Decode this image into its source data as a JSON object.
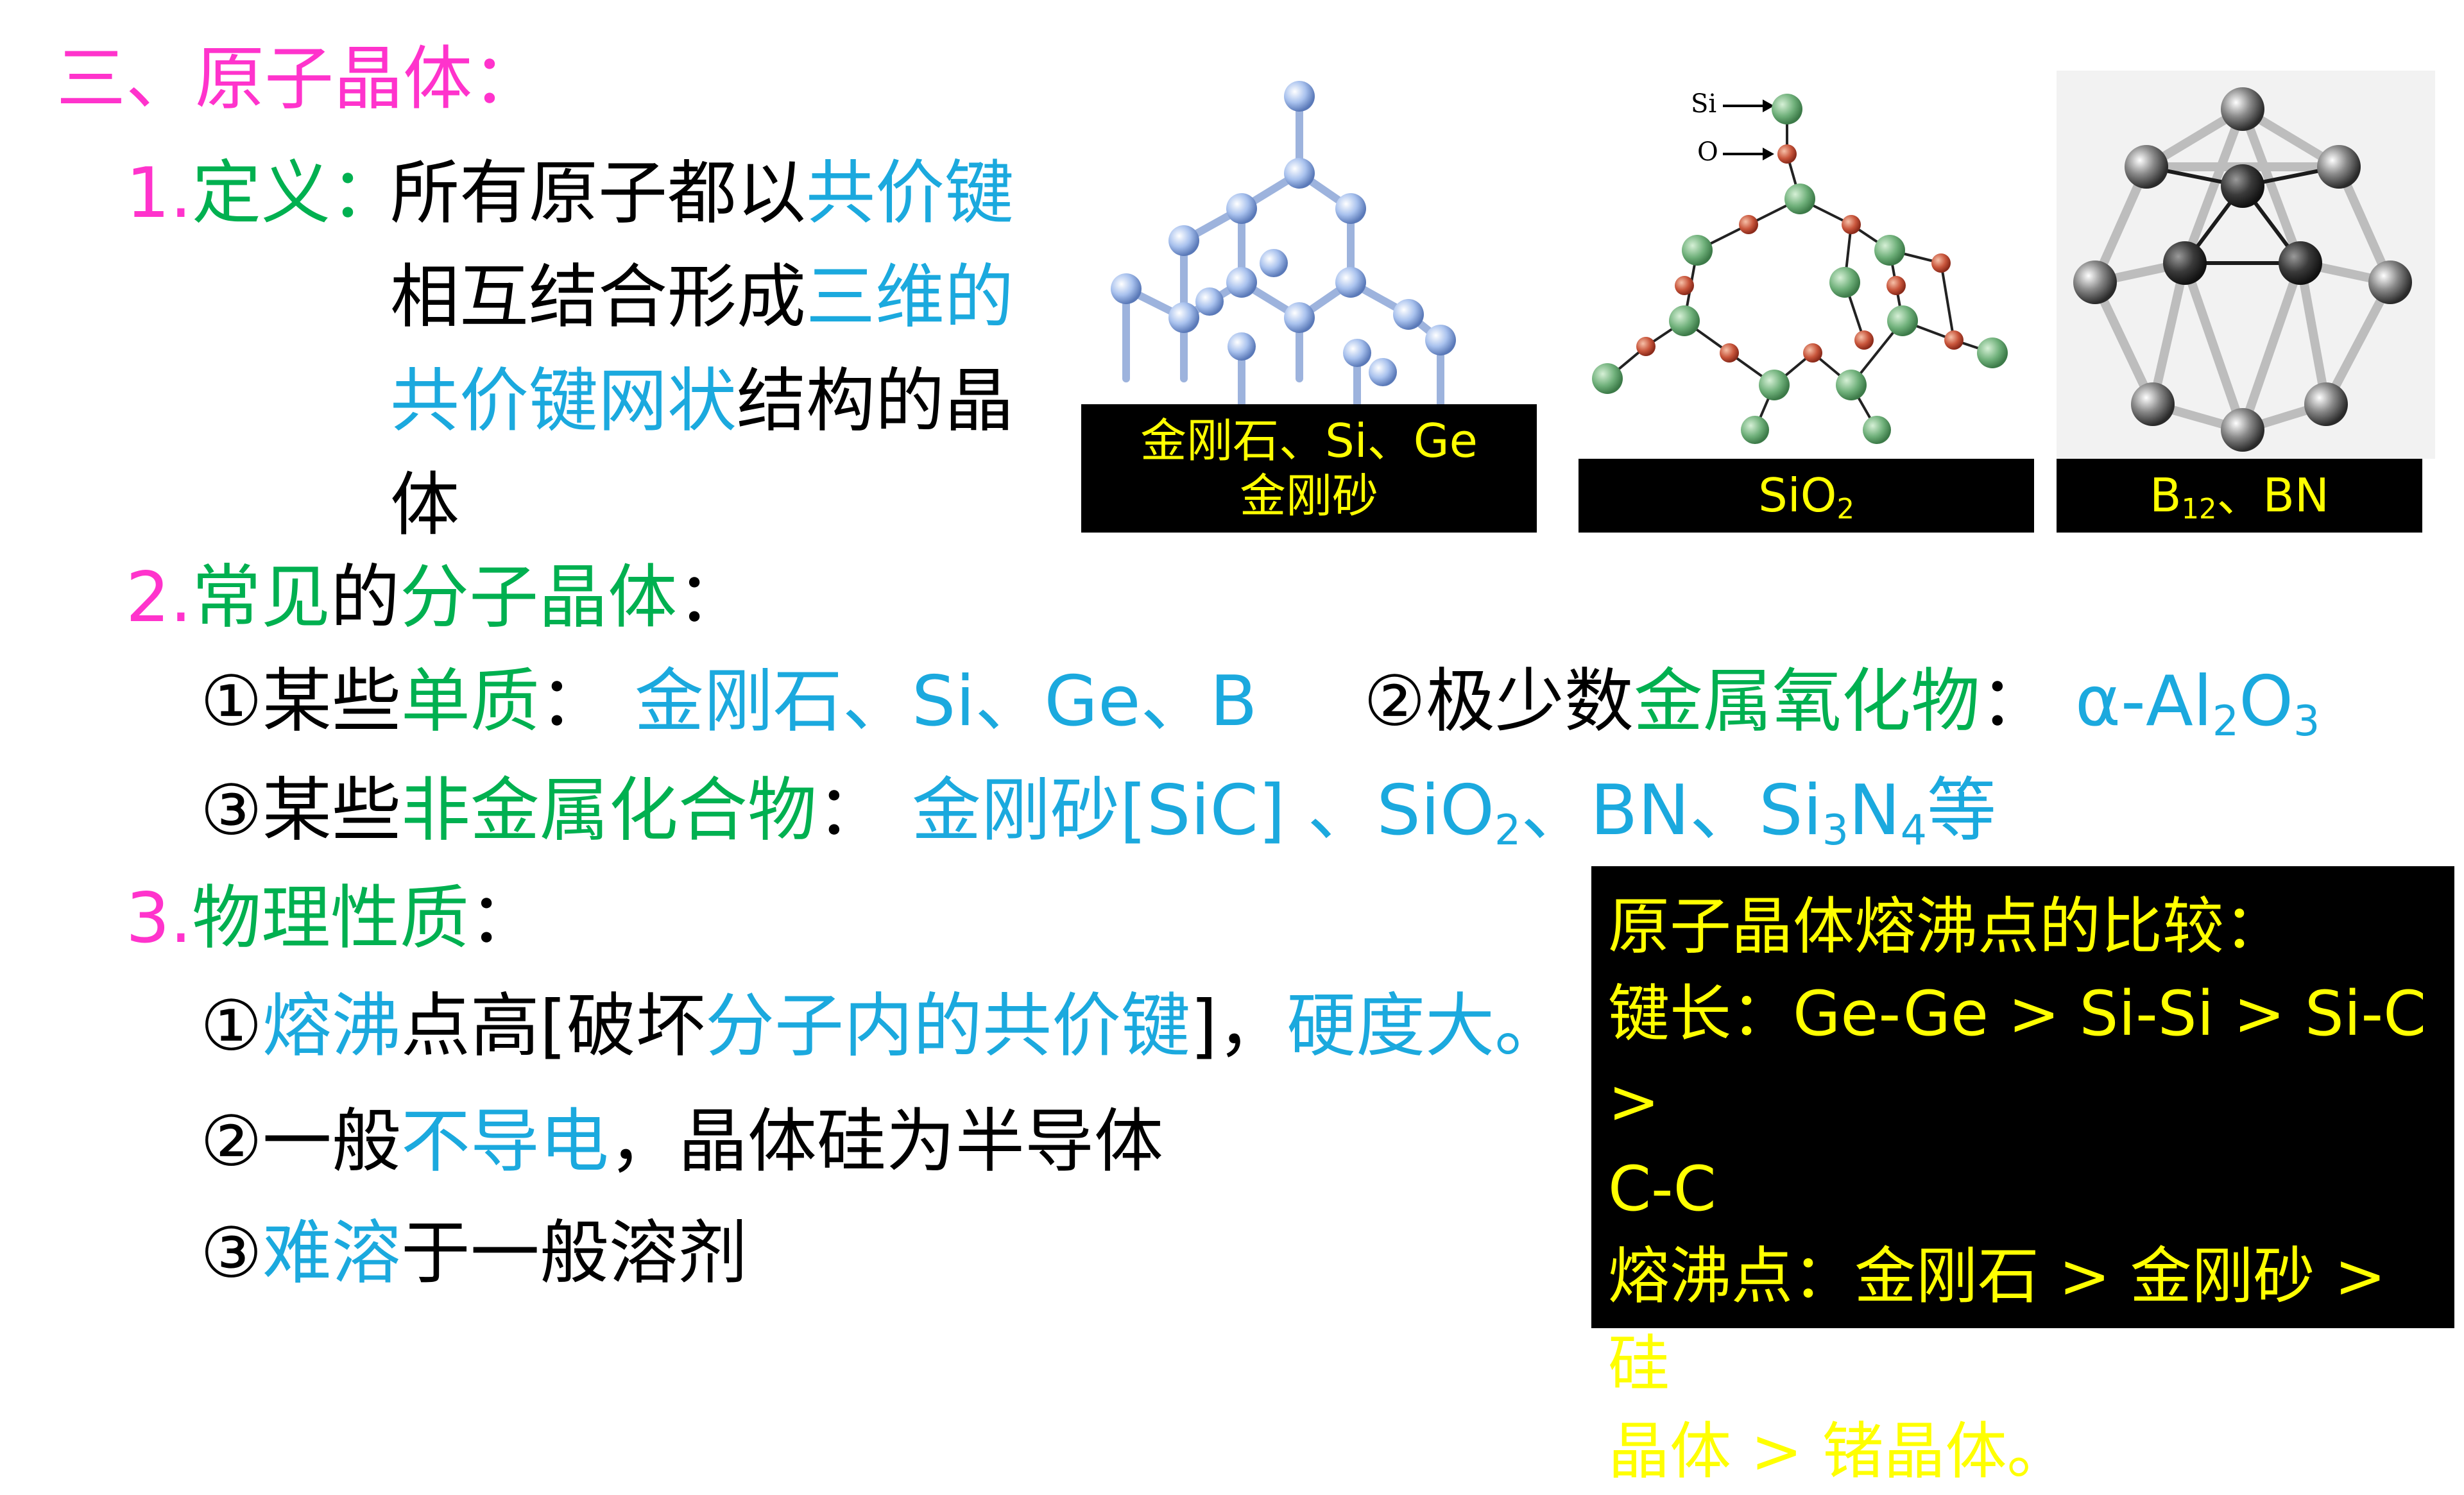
{
  "heading": "三、原子晶体：",
  "definition": {
    "num": "1.",
    "label": "定义：",
    "line1_a": "所有原子都以",
    "line1_b": "共价键",
    "line2_a": "相互结合形成",
    "line2_b": "三维的",
    "line3_a": "共价键网状",
    "line3_b": "结构的晶",
    "line4": "体"
  },
  "figures": [
    {
      "caption_line1": "金刚石、Si、Ge",
      "caption_line2": "金刚砂"
    },
    {
      "caption_main": "SiO",
      "caption_sub": "2",
      "label_si": "Si",
      "label_o": "O"
    },
    {
      "caption_pre": "B",
      "caption_sub": "12",
      "caption_post": "、BN"
    }
  ],
  "common": {
    "num": "2.",
    "label_a": "常见",
    "label_b": "的",
    "label_c": "分子晶体",
    "label_d": "：",
    "item1_prefix": "①某些",
    "item1_key": "单质",
    "item1_colon": "：",
    "item1_values": "金刚石、Si、Ge、B",
    "item2_prefix": "②极少数",
    "item2_key": "金属氧化物",
    "item2_colon": "：",
    "item2_value_a": "α-Al",
    "item2_sub1": "2",
    "item2_value_b": "O",
    "item2_sub2": "3",
    "item3_prefix": "③某些",
    "item3_key": "非金属化合物",
    "item3_colon": "：",
    "item3_v1": "金刚砂[SiC] 、SiO",
    "item3_s1": "2",
    "item3_v2": "、BN、Si",
    "item3_s2": "3",
    "item3_v3": "N",
    "item3_s3": "4",
    "item3_v4": "等"
  },
  "physical": {
    "num": "3.",
    "label": "物理性质",
    "colon": "：",
    "p1_a": "①",
    "p1_b": "熔沸",
    "p1_c": "点高[破坏",
    "p1_d": "分子内的共价键",
    "p1_e": "]，",
    "p1_f": "硬度大。",
    "p2_a": "②一般",
    "p2_b": "不导电",
    "p2_c": "，晶体硅为半导体",
    "p3_a": "③",
    "p3_b": "难溶",
    "p3_c": "于一般溶剂"
  },
  "comparison": {
    "title": "原子晶体熔沸点的比较：",
    "line1": "键长：Ge-Ge > Si-Si > Si-C >",
    "line2": "C-C",
    "line3": "熔沸点：金刚石 > 金刚砂 > 硅",
    "line4": "晶体 > 锗晶体。"
  },
  "colors": {
    "magenta": "#FF33CC",
    "green": "#00B050",
    "cyan": "#1BA9DE",
    "caption_text": "#FFFF00",
    "caption_bg": "#000000"
  }
}
